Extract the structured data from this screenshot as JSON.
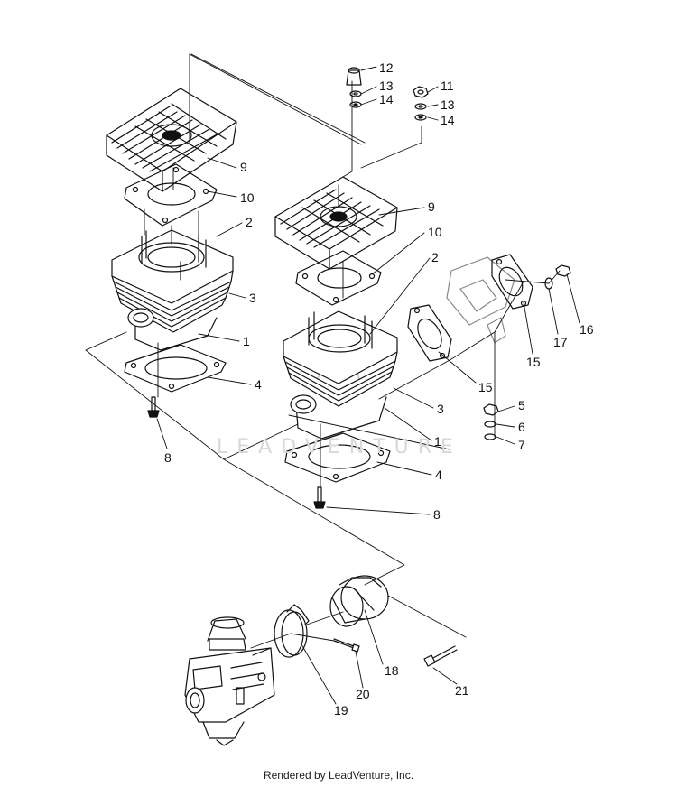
{
  "diagram": {
    "callouts": {
      "c12": "12",
      "c13a": "13",
      "c14a": "14",
      "c11": "11",
      "c13b": "13",
      "c14b": "14",
      "c9a": "9",
      "c10a": "10",
      "c2a": "2",
      "c3a": "3",
      "c1a": "1",
      "c4a": "4",
      "c8a": "8",
      "c9b": "9",
      "c10b": "10",
      "c2b": "2",
      "c15a": "15",
      "c15b": "15",
      "c17": "17",
      "c16": "16",
      "c5": "5",
      "c6": "6",
      "c7": "7",
      "c3b": "3",
      "c1b": "1",
      "c4b": "4",
      "c8b": "8",
      "c18": "18",
      "c19": "19",
      "c20": "20",
      "c21": "21"
    },
    "watermark": "LEADVENTURE"
  },
  "footer": {
    "text": "Rendered by LeadVenture, Inc."
  }
}
